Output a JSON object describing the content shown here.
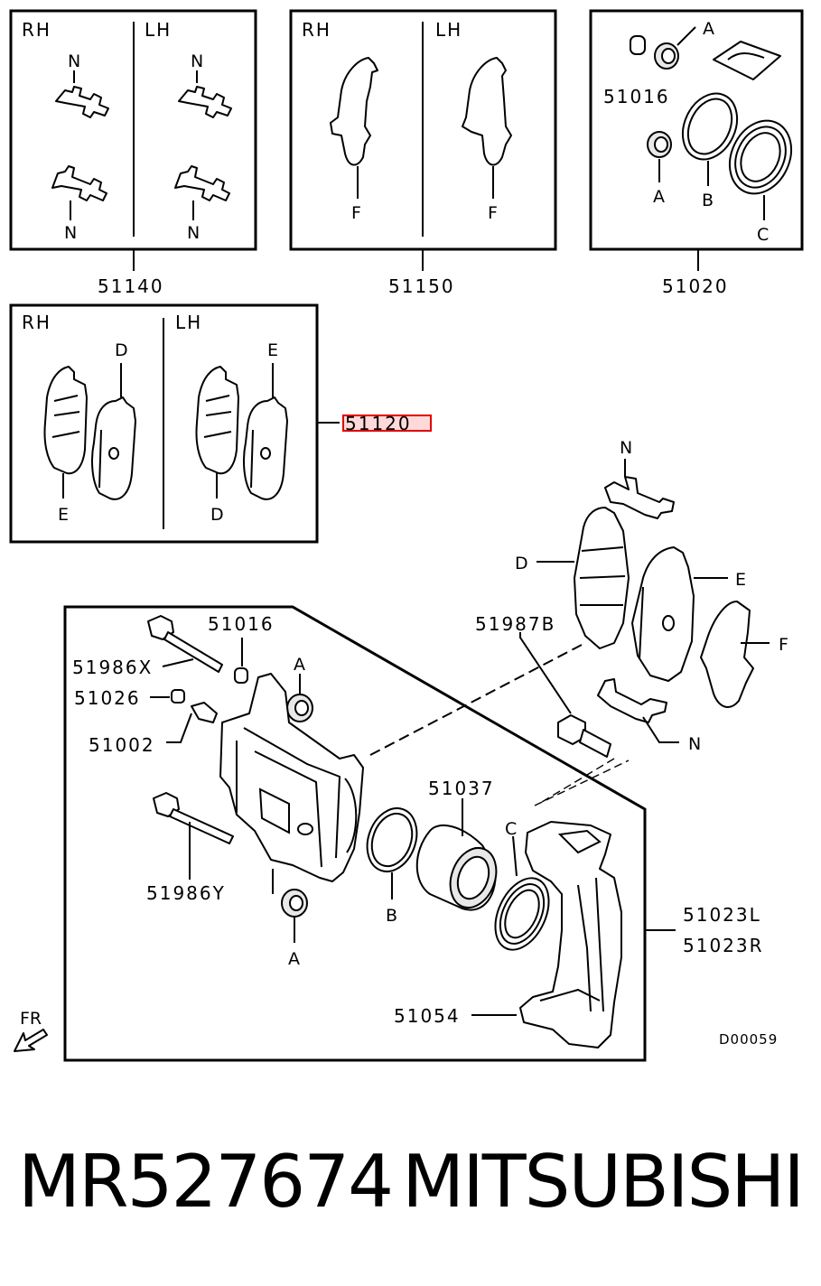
{
  "diagram": {
    "side_labels": {
      "rh": "RH",
      "lh": "LH"
    },
    "clip_set_code": "51140",
    "shim_set_code": "51150",
    "seal_kit_code": "51020",
    "pad_set_code": "51120",
    "callouts": {
      "a": "A",
      "b": "B",
      "c": "C",
      "d": "D",
      "e": "E",
      "f": "F",
      "n": "N"
    },
    "parts": {
      "p51016": "51016",
      "p51986x": "51986X",
      "p51026": "51026",
      "p51002": "51002",
      "p51986y": "51986Y",
      "p51037": "51037",
      "p51987b": "51987B",
      "p51023l": "51023L",
      "p51023r": "51023R",
      "p51054": "51054"
    },
    "front_marker": "FR",
    "drawing_code": "D00059",
    "highlighted_part": "51120"
  },
  "footer": {
    "part_number": "MR527674",
    "brand": "MITSUBISHI"
  },
  "colors": {
    "line": "#000000",
    "highlight_stroke": "#e00000",
    "highlight_fill": "#ffd9d9"
  }
}
